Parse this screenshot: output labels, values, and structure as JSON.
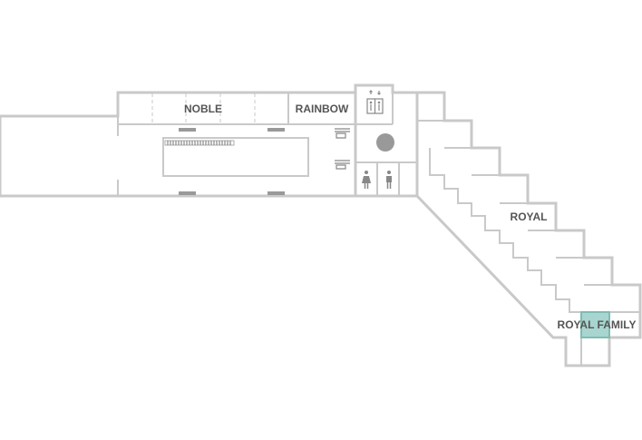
{
  "rooms": {
    "noble": "NOBLE",
    "rainbow": "RAINBOW",
    "royal": "ROYAL",
    "royal_family": "ROYAL FAMILY"
  },
  "colors": {
    "wall": "#c9c9c9",
    "label": "#555555",
    "highlight": "#a8d5cf",
    "highlight_border": "#7fbcb3",
    "fixture": "#999999"
  },
  "icons": [
    "elevator-icon",
    "restroom-women-icon",
    "restroom-men-icon",
    "pillar-icon"
  ]
}
